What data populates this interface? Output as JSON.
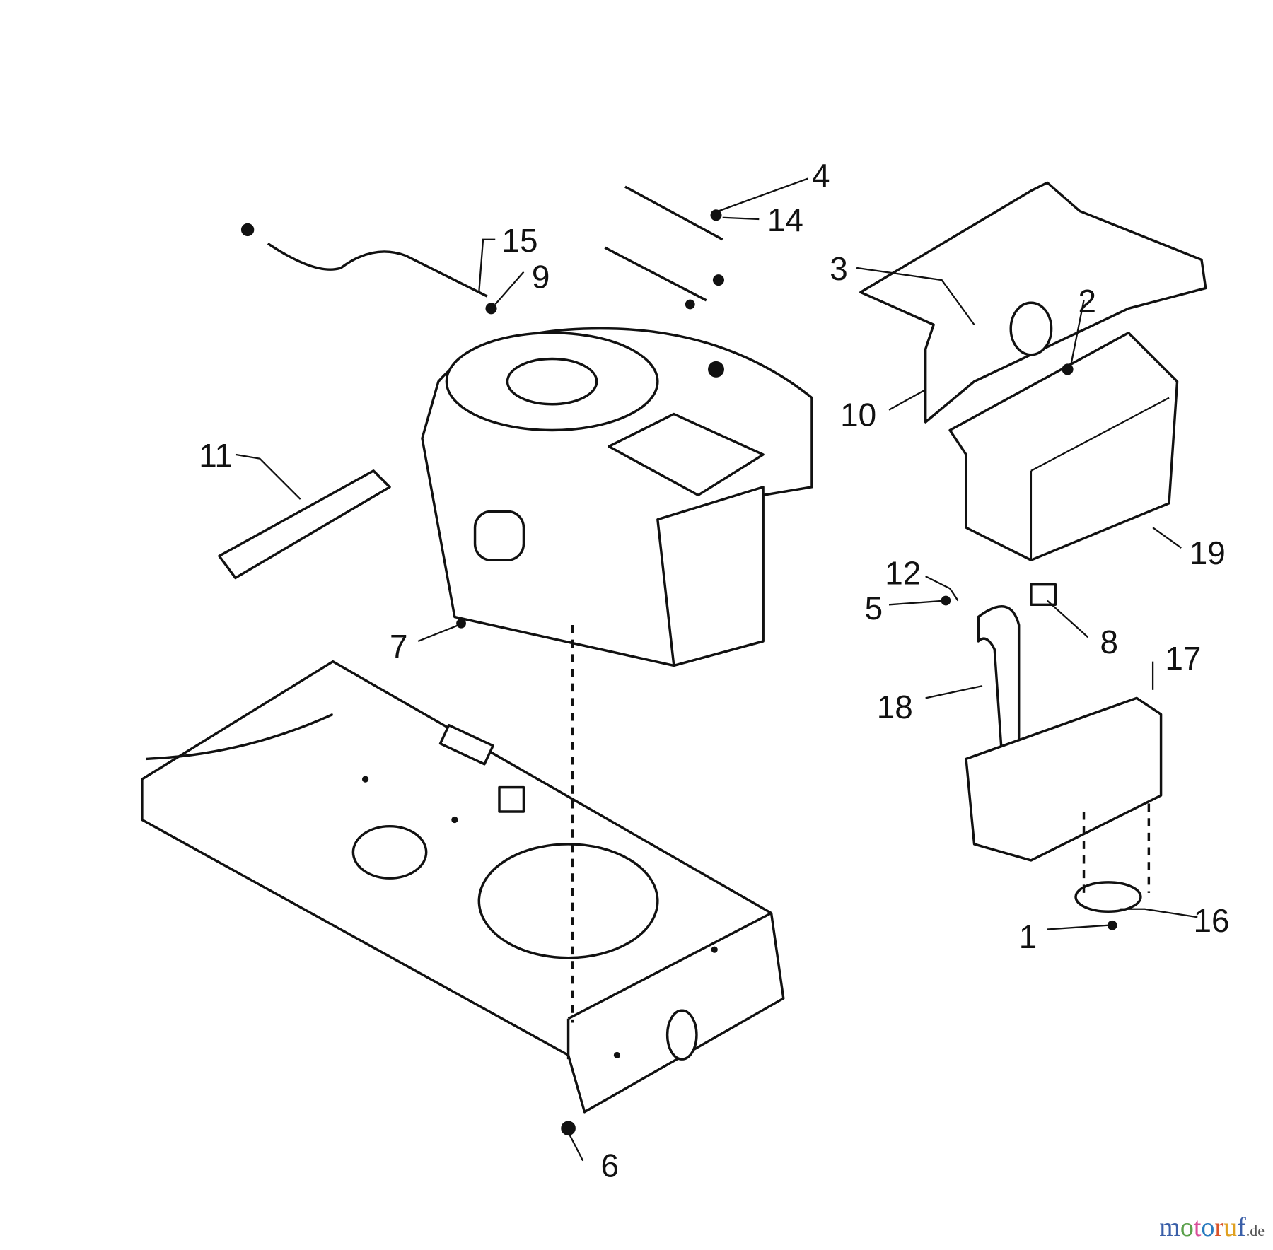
{
  "diagram": {
    "labels": [
      "1",
      "2",
      "3",
      "4",
      "5",
      "6",
      "7",
      "8",
      "9",
      "10",
      "11",
      "12",
      "14",
      "15",
      "16",
      "17",
      "18",
      "19"
    ],
    "watermark": {
      "brand": "motoruf",
      "tld": ".de",
      "colors": [
        "#3a5fa8",
        "#5aa04a",
        "#d94f9a",
        "#2a7bbf",
        "#d9532a",
        "#e0a020"
      ]
    }
  }
}
